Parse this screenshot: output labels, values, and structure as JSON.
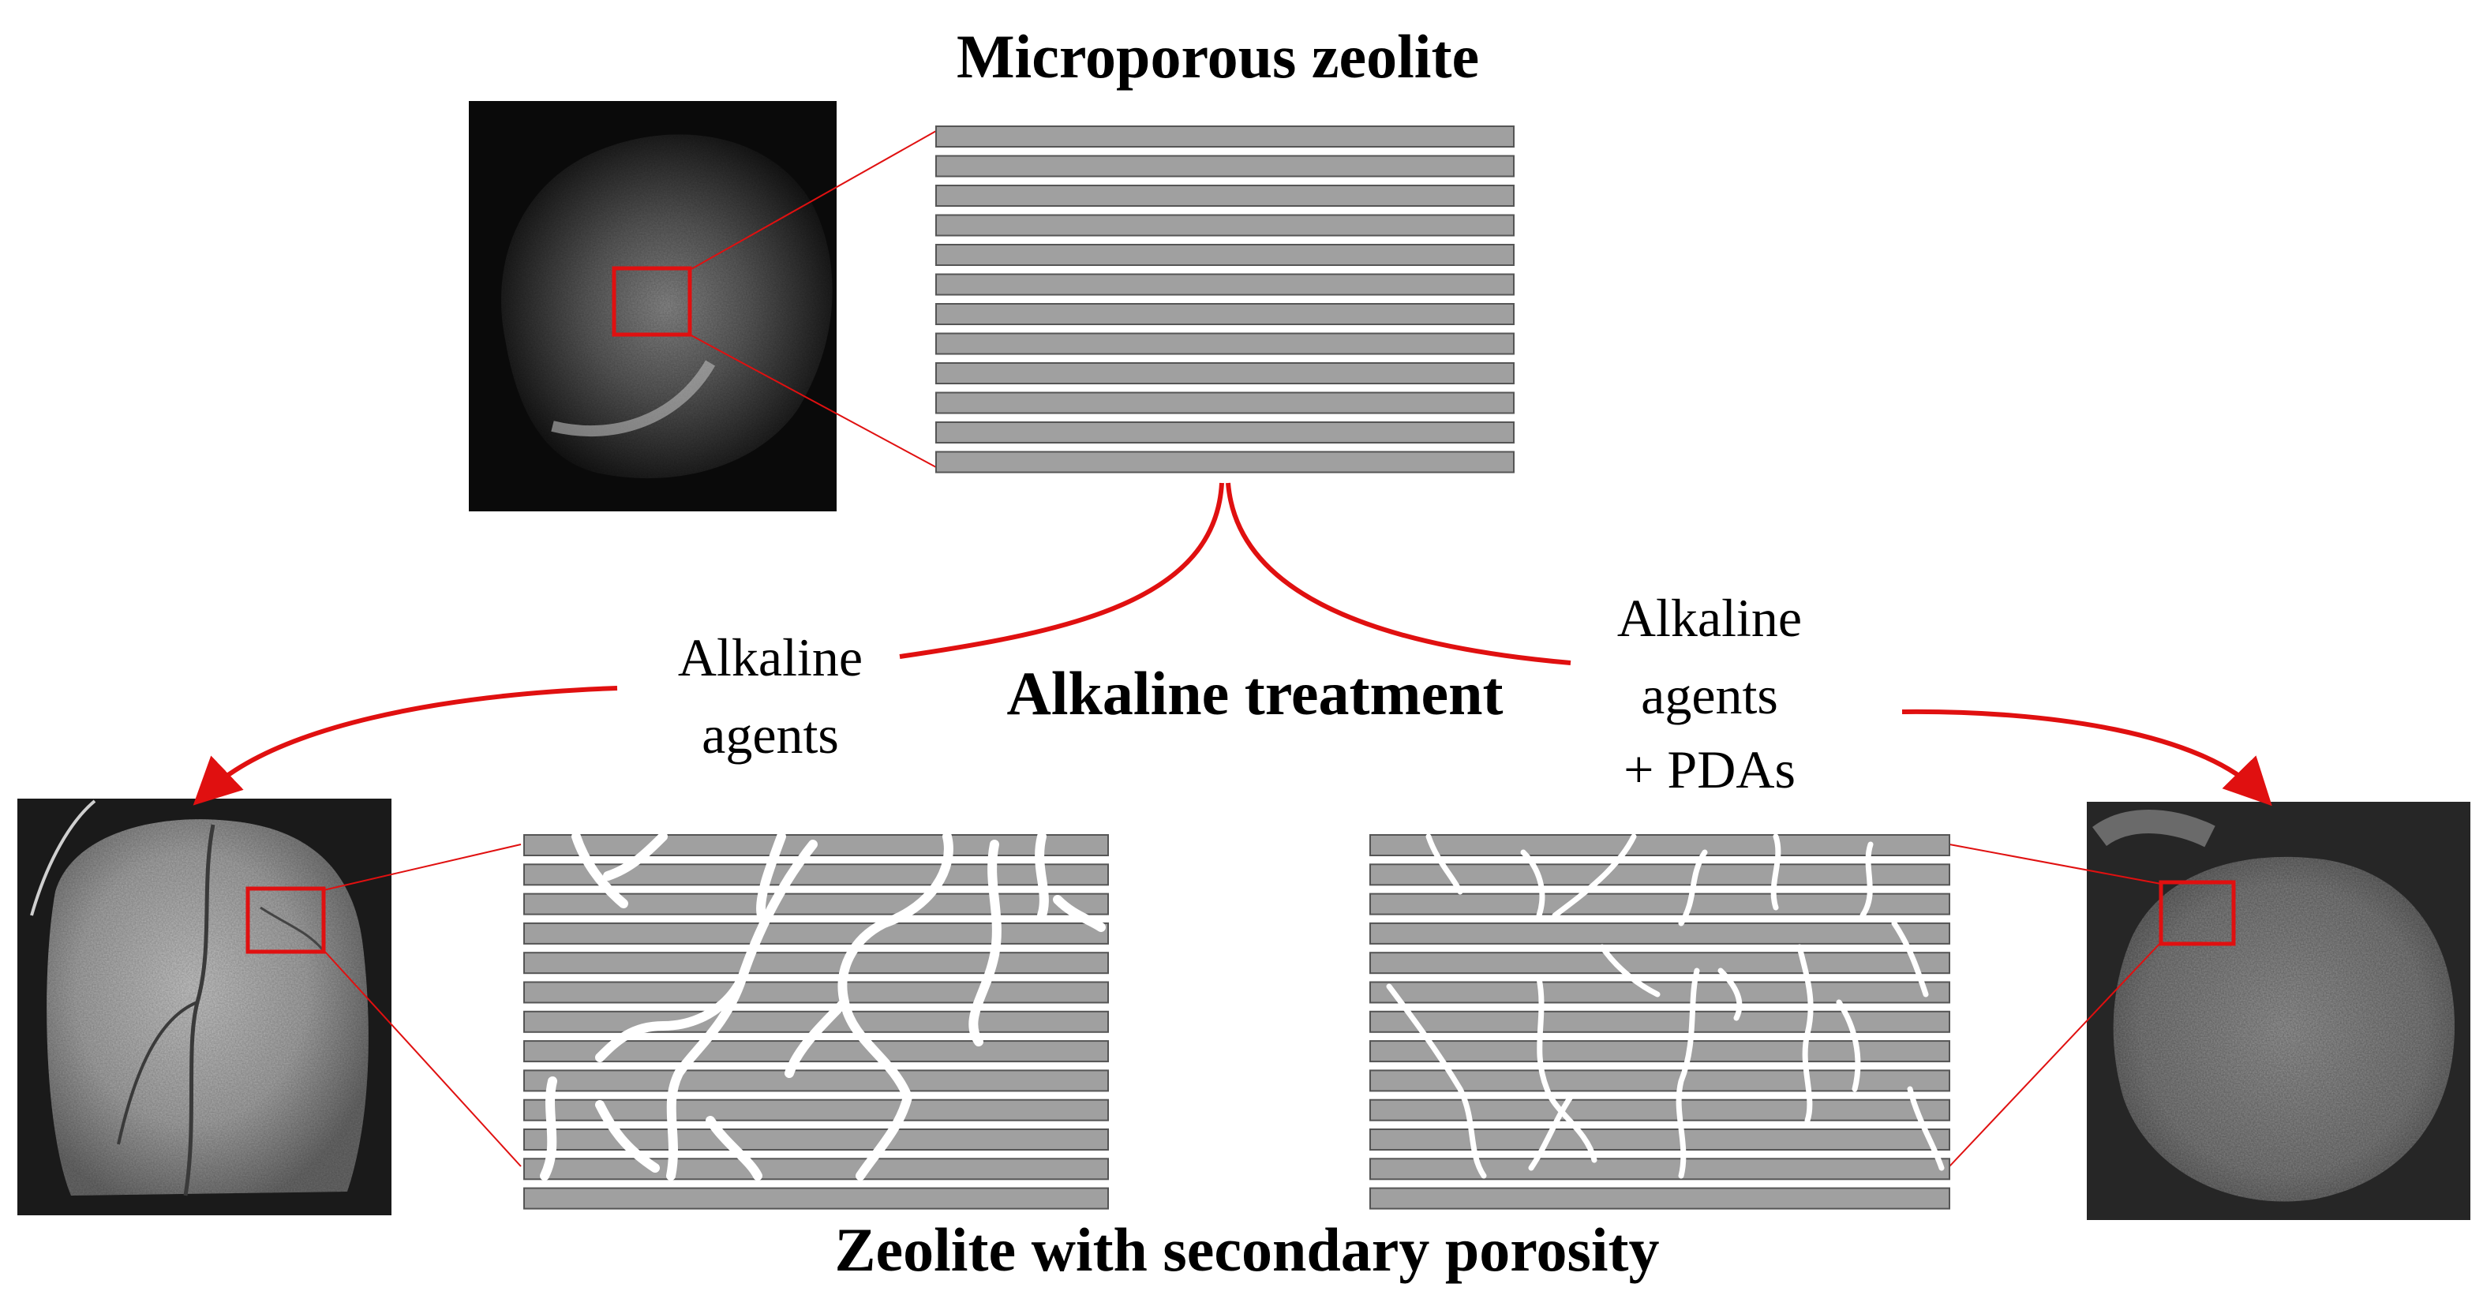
{
  "titles": {
    "top": "Microporous zeolite",
    "center": "Alkaline treatment",
    "bottom": "Zeolite with secondary porosity"
  },
  "labels": {
    "left_line1": "Alkaline",
    "left_line2": "agents",
    "right_line1": "Alkaline",
    "right_line2": "agents",
    "right_line3": "+ PDAs"
  },
  "micrographs": [
    {
      "name": "top-micrograph",
      "description_icon": "sem-crystal-dark"
    },
    {
      "name": "left-micrograph",
      "description_icon": "sem-crystal-cracked"
    },
    {
      "name": "right-micrograph",
      "description_icon": "sem-crystal-rough"
    }
  ],
  "colors": {
    "accent": "#e01010",
    "bar_fill": "#a0a0a0",
    "bar_stroke": "#555555",
    "background": "#ffffff"
  }
}
